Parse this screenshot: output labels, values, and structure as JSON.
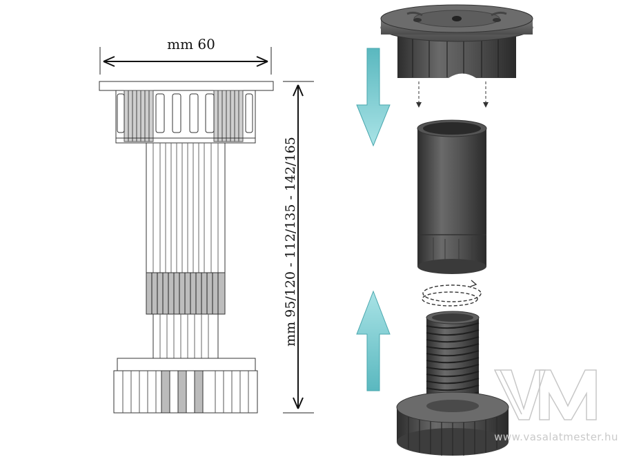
{
  "dimensions": {
    "width_label": "mm 60",
    "height_label": "mm 95/120  -  112/135  -  142/165"
  },
  "watermark": {
    "logo_letters": "VM",
    "site": "www.vasalatmester.hu"
  },
  "colors": {
    "arrow_teal": "#6ec9cf",
    "part_dark": "#4a4a4a",
    "outline": "#333333"
  },
  "icons": [
    "arrow-down-icon",
    "arrow-up-icon",
    "rotation-icon"
  ]
}
